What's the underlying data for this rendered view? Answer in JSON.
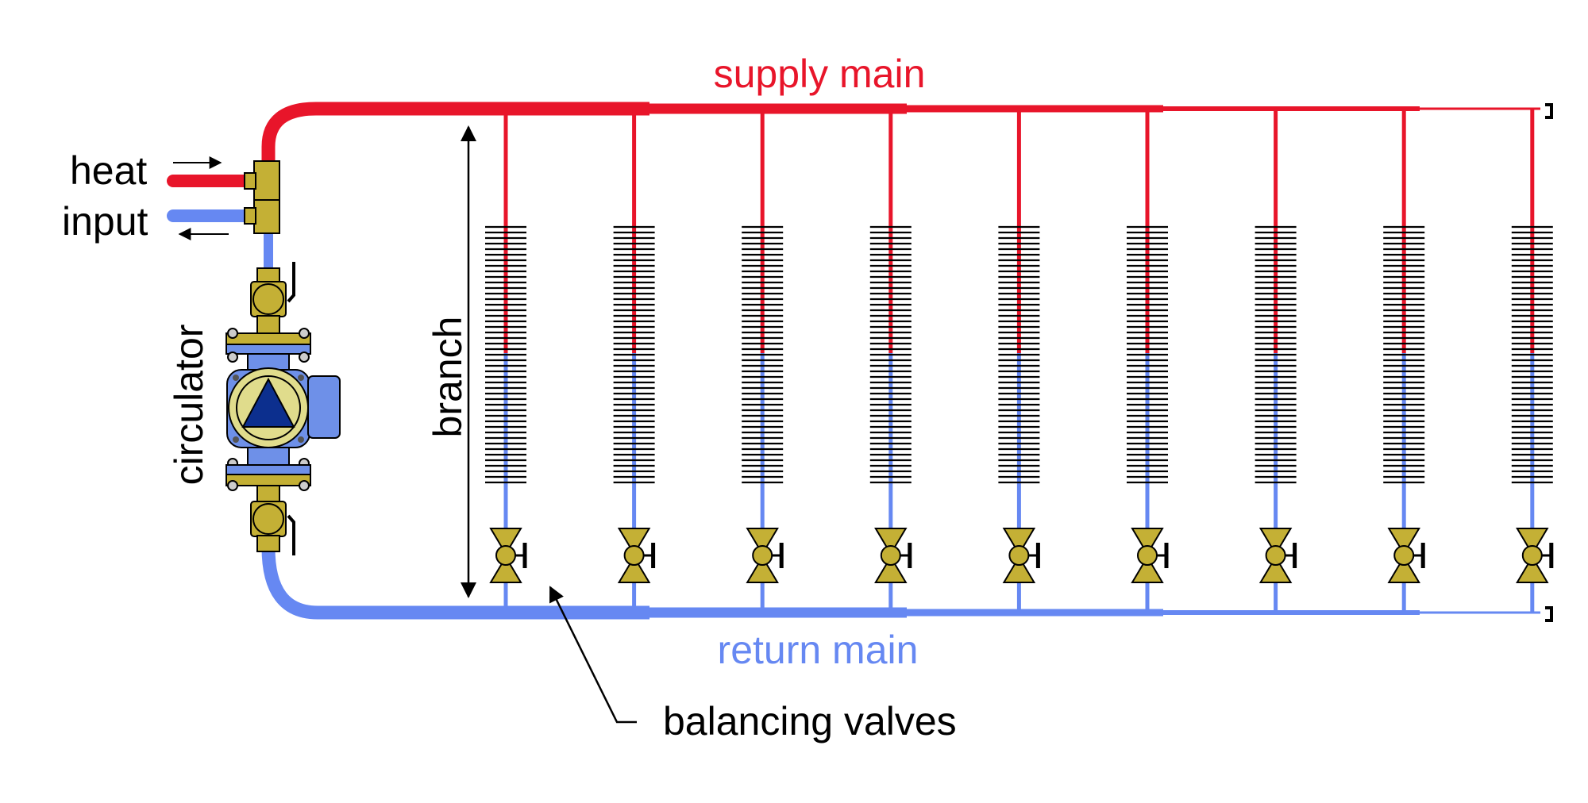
{
  "labels": {
    "supply_main": "supply main",
    "return_main": "return main",
    "heat": "heat",
    "input": "input",
    "circulator": "circulator",
    "branch": "branch",
    "balancing_valves": "balancing valves"
  },
  "branch_count": 9,
  "colors": {
    "supply": "#e8152a",
    "return": "#6688f2",
    "brass": "#c4b035",
    "pump_body": "#6e90e8",
    "pump_face": "#e0dc8c",
    "pump_triangle": "#0c2f8e",
    "text": "#000000"
  }
}
